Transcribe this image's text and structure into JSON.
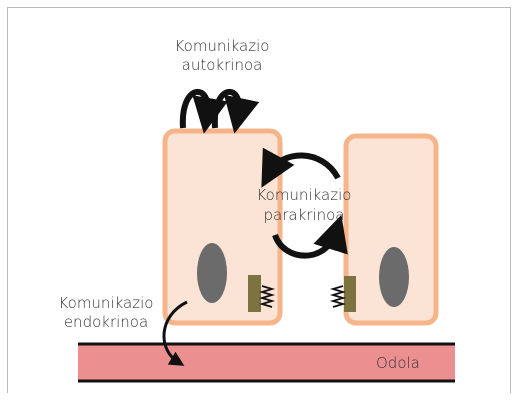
{
  "labels": {
    "autocrine_line1": "Komunikazio",
    "autocrine_line2": "autokrinoa",
    "paracrine_line1": "Komunikazio",
    "paracrine_line2": "parakrinoa",
    "endocrine_line1": "Komunikazio",
    "endocrine_line2": "endokrinoa",
    "blood_vessel": "Odola"
  },
  "colors": {
    "cell_fill": "#fbe4d6",
    "cell_border": "#f6b48a",
    "nucleus": "#6b6b6b",
    "receptor": "#7d7340",
    "vessel_fill": "#ec8f90",
    "vessel_border": "#111111",
    "arrow": "#111111"
  }
}
